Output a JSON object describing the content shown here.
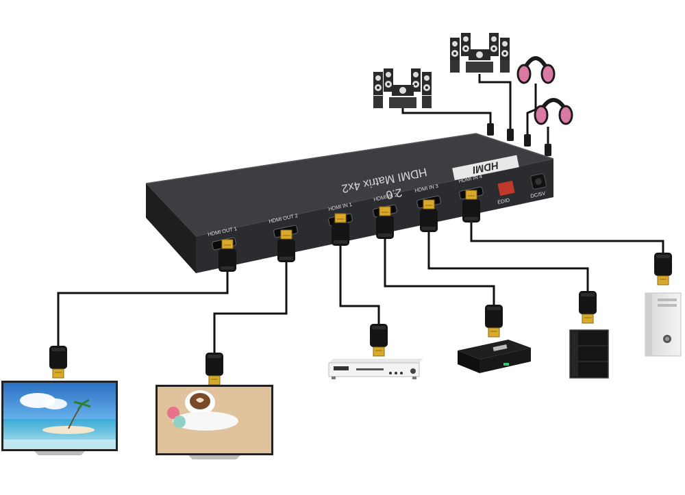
{
  "device": {
    "brand_logo": "HDMI",
    "model": "HDMI Matrix 4x2",
    "version": "2.0",
    "edid_label": "EDID",
    "power_label": "DC/5V",
    "ports": {
      "out1": "HDMI OUT 1",
      "out2": "HDMI OUT 2",
      "in1": "HDMI IN 1",
      "in2": "HDMI IN 2",
      "in3": "HDMI IN 3",
      "in4": "HDMI IN 4"
    }
  },
  "colors": {
    "device_body": "#2b2d30",
    "device_top": "#3a3c40",
    "cable": "#111111",
    "connector_gold": "#d9a92c",
    "headphone_pink": "#d97aa3",
    "tv_sky": "#3f8fd8"
  },
  "icons": [
    "speaker-system-icon",
    "headphones-icon",
    "tv-icon",
    "dvd-player-icon",
    "set-top-box-icon",
    "game-console-icon",
    "pc-tower-icon",
    "hdmi-connector-icon"
  ]
}
